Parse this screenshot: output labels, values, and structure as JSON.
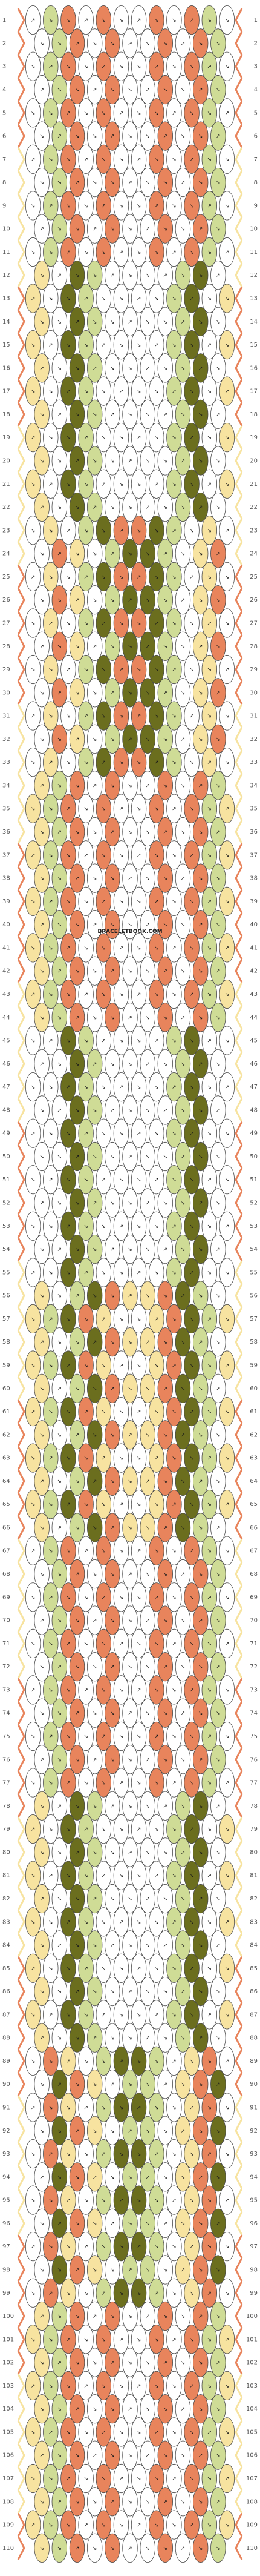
{
  "diagram": {
    "type": "friendship-bracelet-pattern",
    "watermark": "BRACELETBOOK.COM",
    "row_count": 110,
    "column_count": 12,
    "colors": {
      "white": "#ffffff",
      "yellow": "#f7e3a0",
      "orange": "#e8845c",
      "olive": "#6b6e1e",
      "sage": "#cfdc96",
      "outline": "#4a4a4a"
    },
    "icons": {
      "knot": "ellipse-knot-icon",
      "arrow": "diagonal-arrow-icon"
    }
  }
}
